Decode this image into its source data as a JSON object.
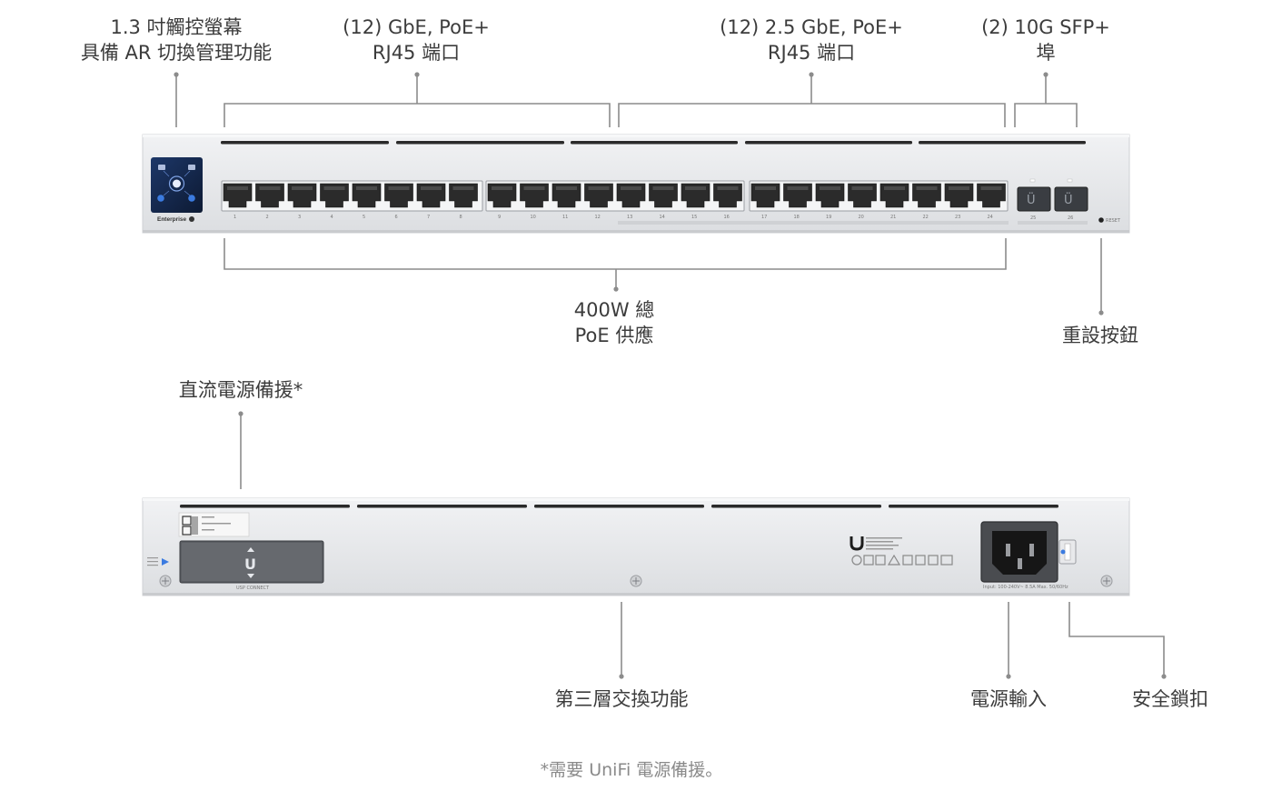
{
  "front_labels": {
    "touchscreen": [
      "1.3 吋觸控螢幕",
      "具備 AR 切換管理功能"
    ],
    "gbe_ports": [
      "(12) GbE, PoE+",
      "RJ45 端口"
    ],
    "ports_25g": [
      "(12) 2.5 GbE, PoE+",
      "RJ45 端口"
    ],
    "sfp_ports": [
      "(2) 10G SFP+",
      "埠"
    ],
    "poe_budget": [
      "400W 總",
      "PoE 供應"
    ],
    "reset_button": "重設按鈕"
  },
  "rear_labels": {
    "dc_backup": "直流電源備援*",
    "layer3": "第三層交換功能",
    "power_input": "電源輸入",
    "security_lock": "安全鎖扣"
  },
  "device_text": {
    "brand": "Enterprise",
    "reset": "RESET",
    "port_numbers": [
      "1",
      "2",
      "3",
      "4",
      "5",
      "6",
      "7",
      "8",
      "9",
      "10",
      "11",
      "12",
      "13",
      "14",
      "15",
      "16",
      "17",
      "18",
      "19",
      "20",
      "21",
      "22",
      "23",
      "24"
    ],
    "sfp_numbers": [
      "25",
      "26"
    ],
    "usp_connect": "USP CONNECT",
    "power_rating": "Input: 100-240V~ 8.5A Max. 50/60Hz"
  },
  "footnote": "*需要 UniFi 電源備援。",
  "colors": {
    "chassis": "#e9eaec",
    "chassis_edge": "#d4d6d9",
    "leader_line": "#8c8c8c",
    "touchscreen": "#162a4f",
    "port": "#2b2b2b"
  }
}
